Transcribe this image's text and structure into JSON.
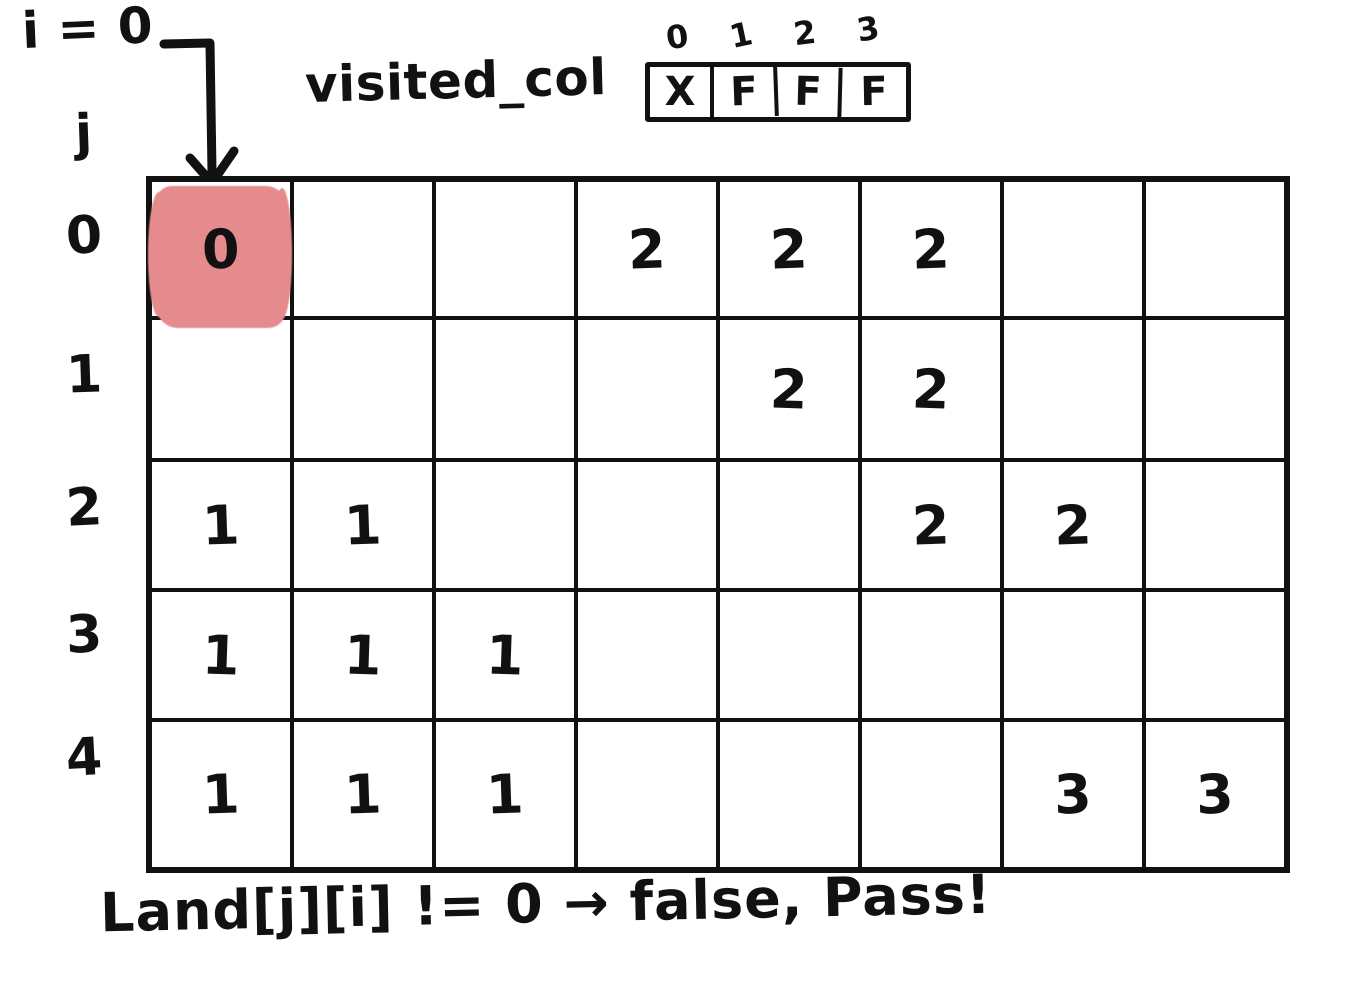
{
  "annotations": {
    "i_label": "i = 0",
    "j_label": "j",
    "visited_col_label": "visited_col",
    "caption": "Land[j][i] != 0 → false, Pass!",
    "arrow_name": "pointer-arrow-to-cell-0-0"
  },
  "visited_col": {
    "indices": [
      "0",
      "1",
      "2",
      "3"
    ],
    "values": [
      "X",
      "F",
      "F",
      "F"
    ]
  },
  "grid": {
    "row_labels": [
      "0",
      "1",
      "2",
      "3",
      "4"
    ],
    "rows": [
      [
        "0",
        "",
        "",
        "2",
        "2",
        "2",
        "",
        ""
      ],
      [
        "",
        "",
        "",
        "",
        "2",
        "2",
        "",
        ""
      ],
      [
        "1",
        "1",
        "",
        "",
        "",
        "2",
        "2",
        ""
      ],
      [
        "1",
        "1",
        "1",
        "",
        "",
        "",
        "",
        ""
      ],
      [
        "1",
        "1",
        "1",
        "",
        "",
        "",
        "3",
        "3"
      ]
    ],
    "highlighted_cell": {
      "row": 0,
      "col": 0
    },
    "rows_count": 5,
    "cols_count": 8
  },
  "colors": {
    "ink": "#111111",
    "highlight": "#e58b8e",
    "background": "#ffffff"
  }
}
